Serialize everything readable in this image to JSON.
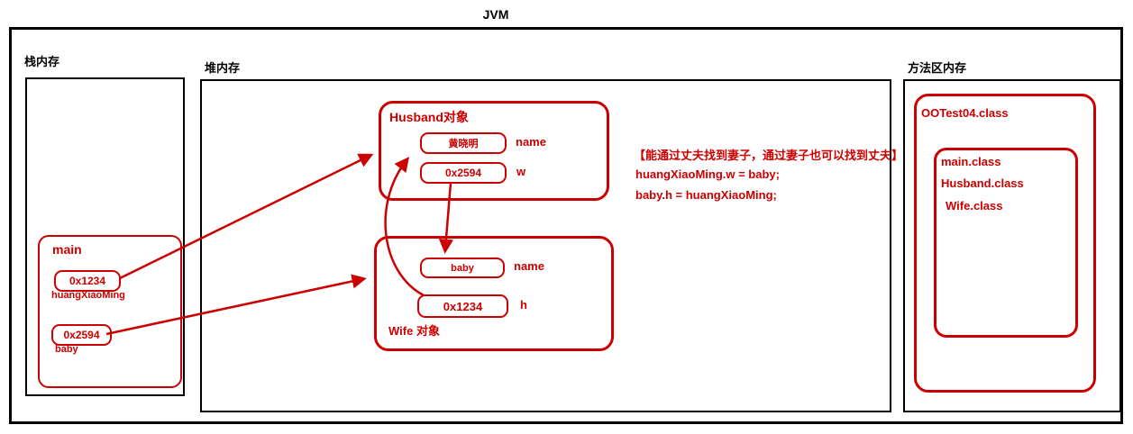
{
  "colors": {
    "accent": "#cc0000",
    "frame": "#000000"
  },
  "title": "JVM",
  "stack": {
    "label": "栈内存",
    "frame_title": "main",
    "vars": [
      {
        "value": "0x1234",
        "name": "huangXiaoMing"
      },
      {
        "value": "0x2594",
        "name": "baby"
      }
    ]
  },
  "heap": {
    "label": "堆内存",
    "husband": {
      "title": "Husband对象",
      "fields": [
        {
          "value": "黄晓明",
          "label": "name"
        },
        {
          "value": "0x2594",
          "label": "w"
        }
      ]
    },
    "wife": {
      "title": "Wife 对象",
      "fields": [
        {
          "value": "baby",
          "label": "name"
        },
        {
          "value": "0x1234",
          "label": "h"
        }
      ]
    },
    "note_lines": [
      "【能通过丈夫找到妻子，通过妻子也可以找到丈夫】",
      "huangXiaoMing.w = baby;",
      "baby.h = huangXiaoMing;"
    ]
  },
  "method_area": {
    "label": "方法区内存",
    "outer_class": "OOTest04.class",
    "classes": [
      "main.class",
      "Husband.class",
      "Wife.class"
    ]
  }
}
